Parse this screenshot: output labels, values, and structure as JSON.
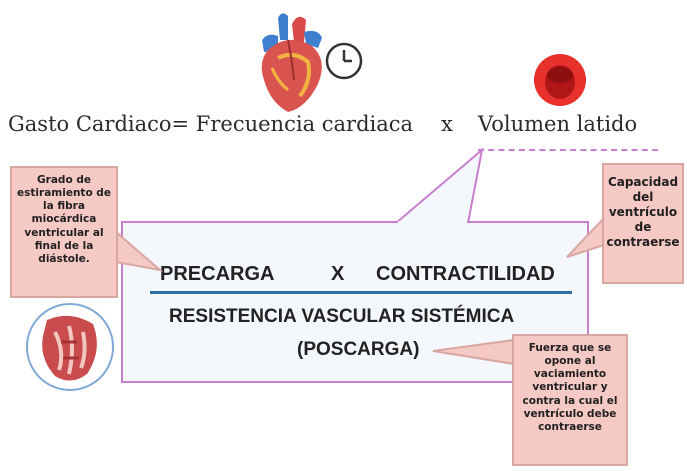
{
  "equation": {
    "left": "Gasto Cardiaco= Frecuencia cardiaca",
    "operator": "x",
    "right": "Volumen latido"
  },
  "formula": {
    "numerator_left": "PRECARGA",
    "operator": "X",
    "numerator_right": "CONTRACTILIDAD",
    "denominator_line1": "RESISTENCIA VASCULAR SISTÉMICA",
    "denominator_line2": "(POSCARGA)"
  },
  "callouts": {
    "precarga": [
      "Grado de",
      "estiramiento de",
      "la fibra",
      "miocárdica",
      "ventricular al",
      "final de la",
      "diástole."
    ],
    "contractilidad": [
      "Capacidad",
      "del",
      "ventrículo",
      "de",
      "contraerse"
    ],
    "poscarga": [
      "Fuerza que se",
      "opone al",
      "vaciamiento",
      "ventricular y",
      "contra la cual el",
      "ventrículo debe",
      "contraerse"
    ]
  },
  "icons": {
    "heart": "heart-icon",
    "clock": "clock-icon",
    "blood_vessel": "blood-vessel-icon",
    "heart_muscle": "heart-muscle-icon"
  },
  "colors": {
    "callout_fill": "#f5c9c4",
    "callout_border": "#d9a7a1",
    "speech_border": "#c97fcf",
    "fraction_line": "#2f6fa8"
  }
}
